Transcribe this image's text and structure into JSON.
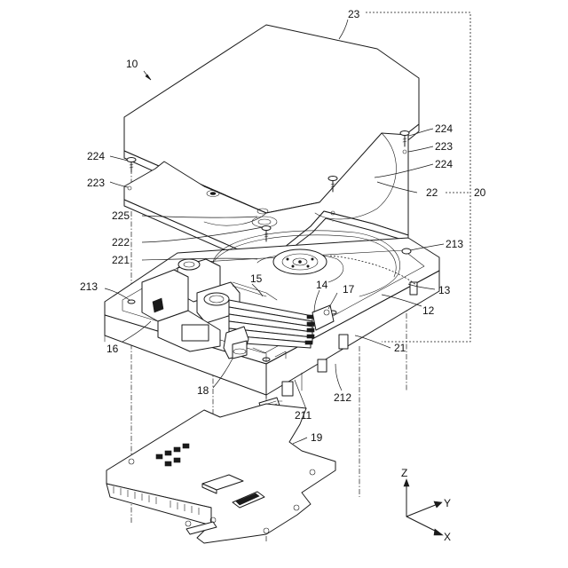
{
  "labels": {
    "l10": "10",
    "l23": "23",
    "l224a": "224",
    "l223a": "223",
    "l224b": "224",
    "l22": "22",
    "l20": "20",
    "l224c": "224",
    "l223b": "223",
    "l225": "225",
    "l222": "222",
    "l221": "221",
    "l213a": "213",
    "l213b": "213",
    "l15": "15",
    "l14": "14",
    "l17": "17",
    "l13": "13",
    "l12": "12",
    "l16": "16",
    "l21": "21",
    "l18": "18",
    "l212": "212",
    "l211": "211",
    "l19": "19"
  },
  "axes": {
    "z": "Z",
    "y": "Y",
    "x": "X"
  }
}
